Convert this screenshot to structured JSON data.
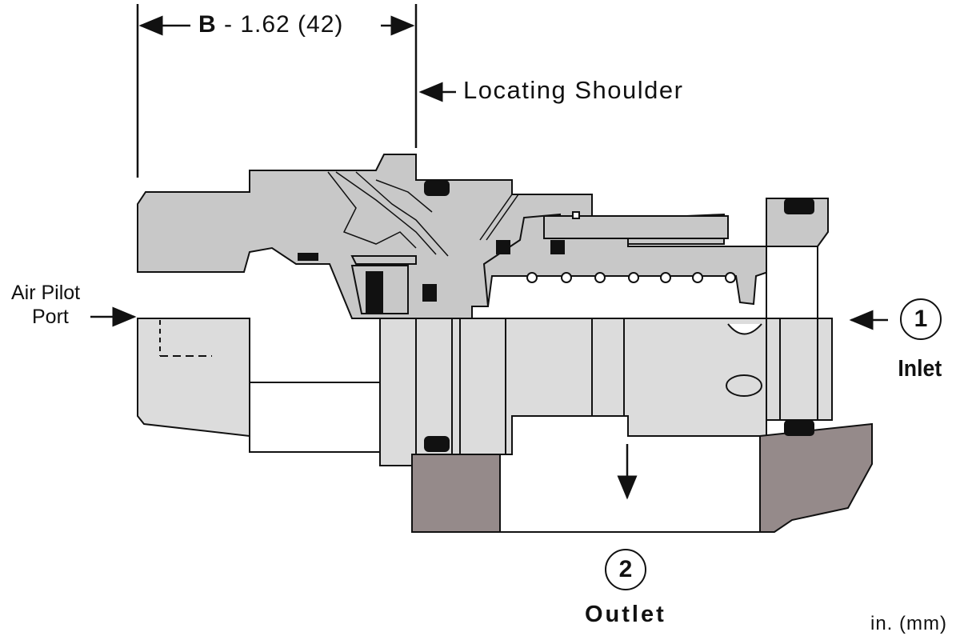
{
  "labels": {
    "dimension_letter": "B",
    "dimension_value": " - 1.62 (42)",
    "locating_shoulder": "Locating Shoulder",
    "air_pilot_line1": "Air Pilot",
    "air_pilot_line2": "Port",
    "inlet_number": "1",
    "inlet": "Inlet",
    "outlet_number": "2",
    "outlet": "Outlet",
    "units": "in. (mm)"
  },
  "colors": {
    "body_gray": "#c8c8c8",
    "light_gray": "#dcdcdc",
    "housing_brown": "#958a8a",
    "line": "#111111",
    "seal": "#111111"
  }
}
